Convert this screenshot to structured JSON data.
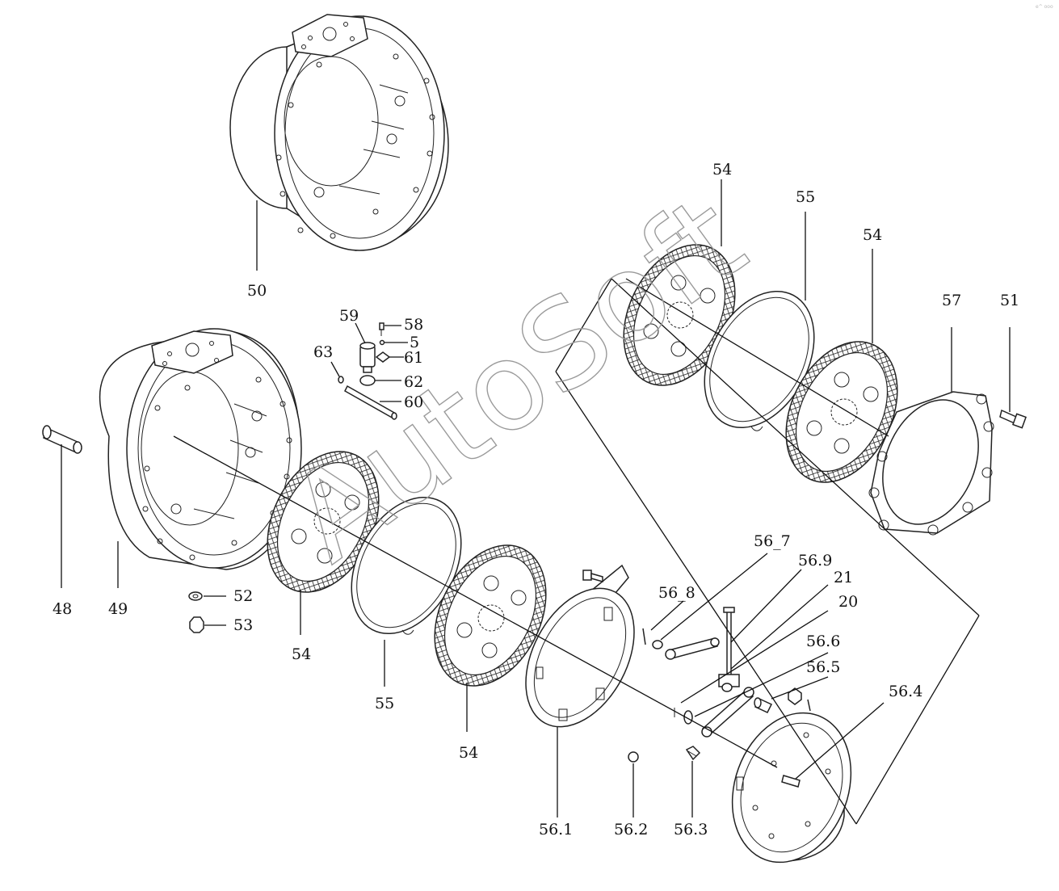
{
  "watermark": "AutoSoft",
  "corner_mark": "e^ ooo",
  "labels": {
    "p48": "48",
    "p49": "49",
    "p50": "50",
    "p51": "51",
    "p52": "52",
    "p53": "53",
    "p54a": "54",
    "p54b": "54",
    "p54c": "54",
    "p54d": "54",
    "p55a": "55",
    "p55b": "55",
    "p57": "57",
    "p58": "58",
    "p5": "5",
    "p59": "59",
    "p60": "60",
    "p61": "61",
    "p62": "62",
    "p63": "63",
    "p56_1": "56.1",
    "p56_2": "56.2",
    "p56_3": "56.3",
    "p56_4": "56.4",
    "p56_5": "56.5",
    "p56_6": "56.6",
    "p56_7": "56_7",
    "p56_8": "56_8",
    "p56_9": "56.9",
    "p20": "20",
    "p21": "21"
  }
}
